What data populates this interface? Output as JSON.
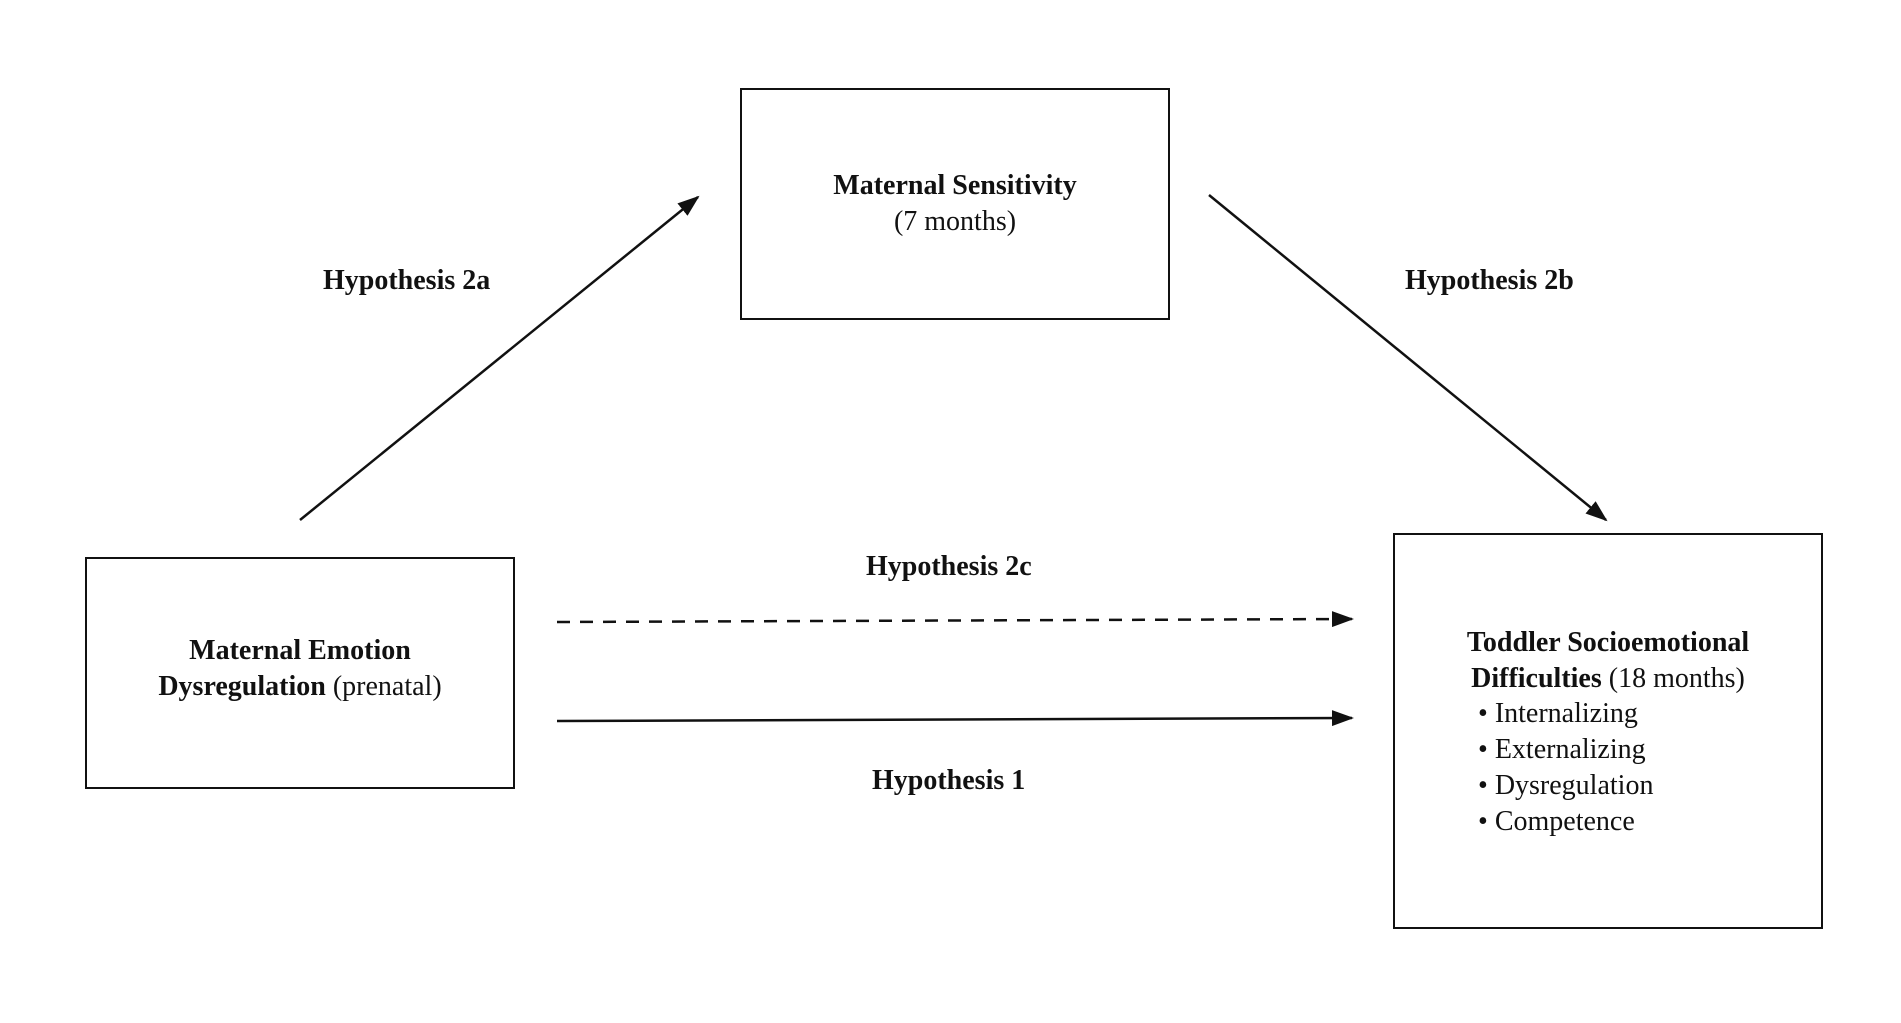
{
  "nodes": {
    "mediator": {
      "title": "Maternal Sensitivity",
      "detail": "(7 months)"
    },
    "predictor": {
      "title_line1": "Maternal Emotion",
      "title_line2": "Dysregulation",
      "detail": "(prenatal)"
    },
    "outcome": {
      "title_line1": "Toddler Socioemotional",
      "title_line2": "Difficulties",
      "detail": "(18 months)",
      "bullet_char": "•",
      "items": [
        "Internalizing",
        "Externalizing",
        "Dysregulation",
        "Competence"
      ]
    }
  },
  "paths": {
    "h2a": "Hypothesis 2a",
    "h2b": "Hypothesis 2b",
    "h2c": "Hypothesis 2c",
    "h1": "Hypothesis 1"
  },
  "colors": {
    "line": "#111111",
    "background": "#ffffff"
  }
}
